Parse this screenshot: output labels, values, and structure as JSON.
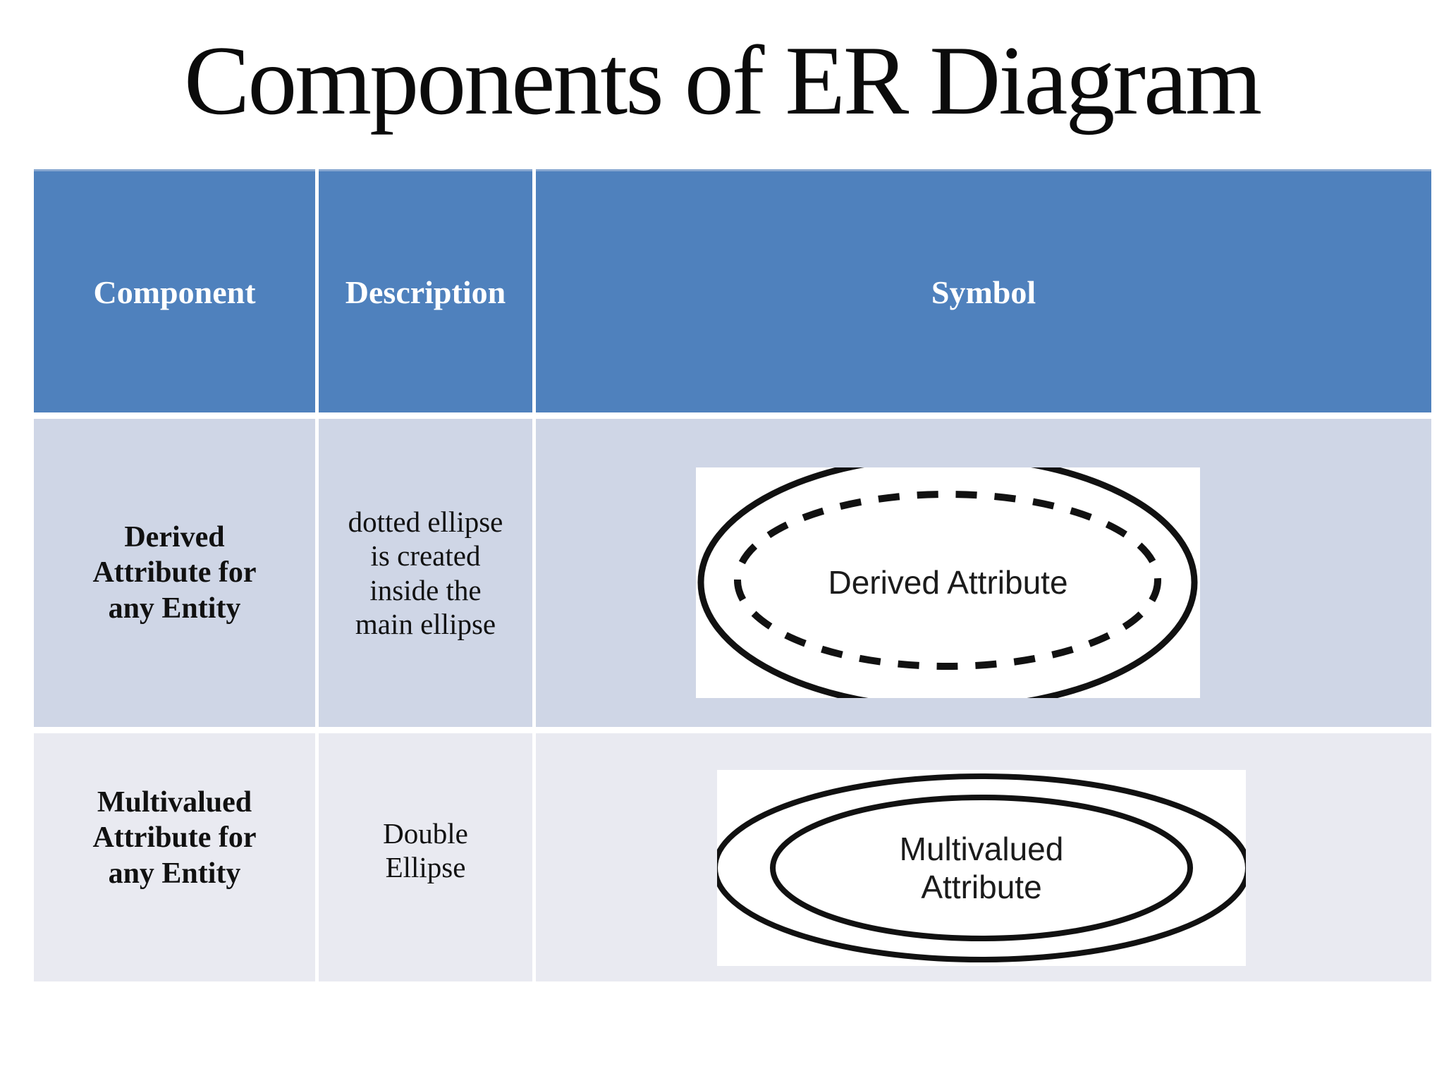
{
  "title": "Components of ER Diagram",
  "table": {
    "headers": [
      "Component",
      "Description",
      "Symbol"
    ],
    "rows": [
      {
        "component": "Derived Attribute for any Entity",
        "description": "dotted ellipse is created inside the main ellipse",
        "symbol_label": "Derived Attribute",
        "symbol_kind": "solid ellipse with dashed ellipse inside"
      },
      {
        "component": "Multivalued Attribute for any Entity",
        "description": "Double Ellipse",
        "symbol_label": "Multivalued Attribute",
        "symbol_kind": "double solid ellipse"
      }
    ]
  },
  "colors": {
    "header_bg": "#4F81BD",
    "header_text": "#FFFFFF",
    "row1_bg": "#CFD6E6",
    "row2_bg": "#E9EAF1",
    "body_text": "#111111",
    "symbol_stroke": "#111111"
  }
}
